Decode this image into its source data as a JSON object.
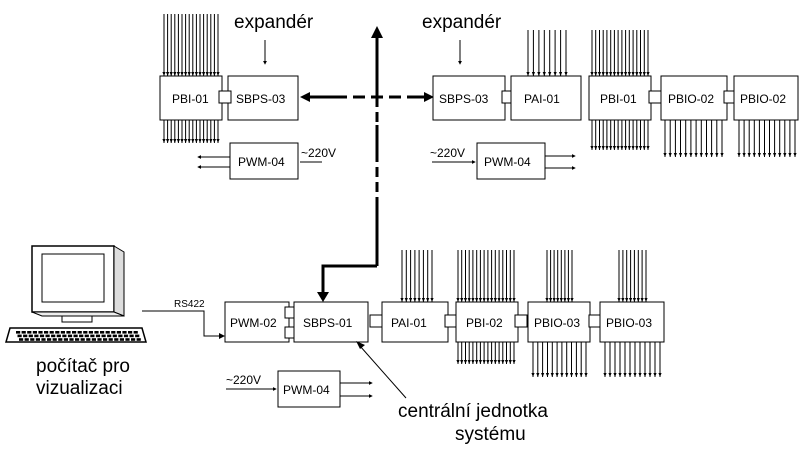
{
  "labels": {
    "expander_left": "expandér",
    "expander_right": "expandér",
    "computer_line1": "počítač pro",
    "computer_line2": "vizualizaci",
    "central_line1": "centrální jednotka",
    "central_line2": "systému",
    "rs422": "RS422",
    "v220_top_left": "~220V",
    "v220_top_right": "~220V",
    "v220_bottom": "~220V"
  },
  "modules": {
    "tl_pbi01": "PBI-01",
    "tl_sbps03": "SBPS-03",
    "tl_pwm04": "PWM-04",
    "tr_sbps03": "SBPS-03",
    "tr_pai01": "PAI-01",
    "tr_pbi01": "PBI-01",
    "tr_pbio02a": "PBIO-02",
    "tr_pbio02b": "PBIO-02",
    "tr_pwm04": "PWM-04",
    "b_pwm02": "PWM-02",
    "b_sbps01": "SBPS-01",
    "b_pai01": "PAI-01",
    "b_pbi02": "PBI-02",
    "b_pbio03a": "PBIO-03",
    "b_pbio03b": "PBIO-03",
    "b_pwm04": "PWM-04"
  }
}
